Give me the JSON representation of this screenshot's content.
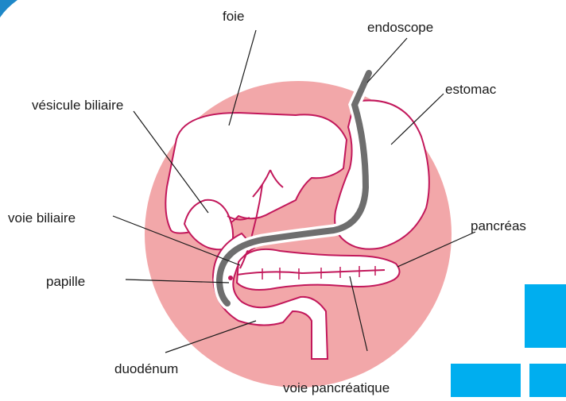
{
  "labels": {
    "foie": "foie",
    "endoscope": "endoscope",
    "vesicule": "vésicule biliaire",
    "estomac": "estomac",
    "voie_biliaire": "voie biliaire",
    "pancreas": "pancréas",
    "papille": "papille",
    "duodenum": "duodénum",
    "voie_pancreatique": "voie pancréatique"
  },
  "colors": {
    "circle_fill": "#f2a7a9",
    "organ_stroke": "#c2185b",
    "organ_fill": "#ffffff",
    "endoscope": "#6e6e6e",
    "accent_blue": "#00aeef",
    "leader_line": "#1a1a1a"
  }
}
